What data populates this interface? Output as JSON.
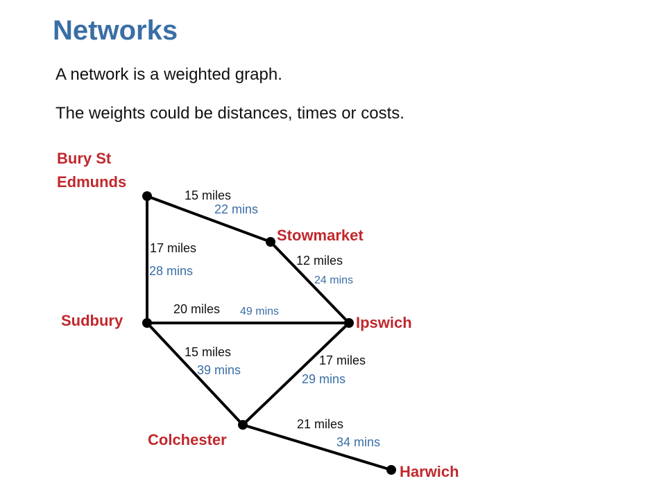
{
  "slide": {
    "title": "Networks",
    "line1": "A network is a weighted graph.",
    "line2": "The weights could be distances, times or costs."
  },
  "colors": {
    "title": "#3a6ea5",
    "node_label": "#c0282d",
    "time_label": "#3a6ea5",
    "edge": "#000000"
  },
  "nodes": {
    "bury_line1": "Bury St",
    "bury_line2": "Edmunds",
    "stowmarket": "Stowmarket",
    "sudbury": "Sudbury",
    "ipswich": "Ipswich",
    "colchester": "Colchester",
    "harwich": "Harwich"
  },
  "edges": {
    "bury_stowmarket": {
      "distance": "15 miles",
      "time": "22 mins"
    },
    "bury_sudbury": {
      "distance": "17 miles",
      "time": "28 mins"
    },
    "stowmarket_ipswich": {
      "distance": "12 miles",
      "time": "24 mins"
    },
    "sudbury_ipswich": {
      "distance": "20 miles",
      "time": "49 mins"
    },
    "sudbury_colchester": {
      "distance": "15 miles",
      "time": "39 mins"
    },
    "ipswich_colchester": {
      "distance": "17 miles",
      "time": "29 mins"
    },
    "colchester_harwich": {
      "distance": "21 miles",
      "time": "34 mins"
    }
  }
}
